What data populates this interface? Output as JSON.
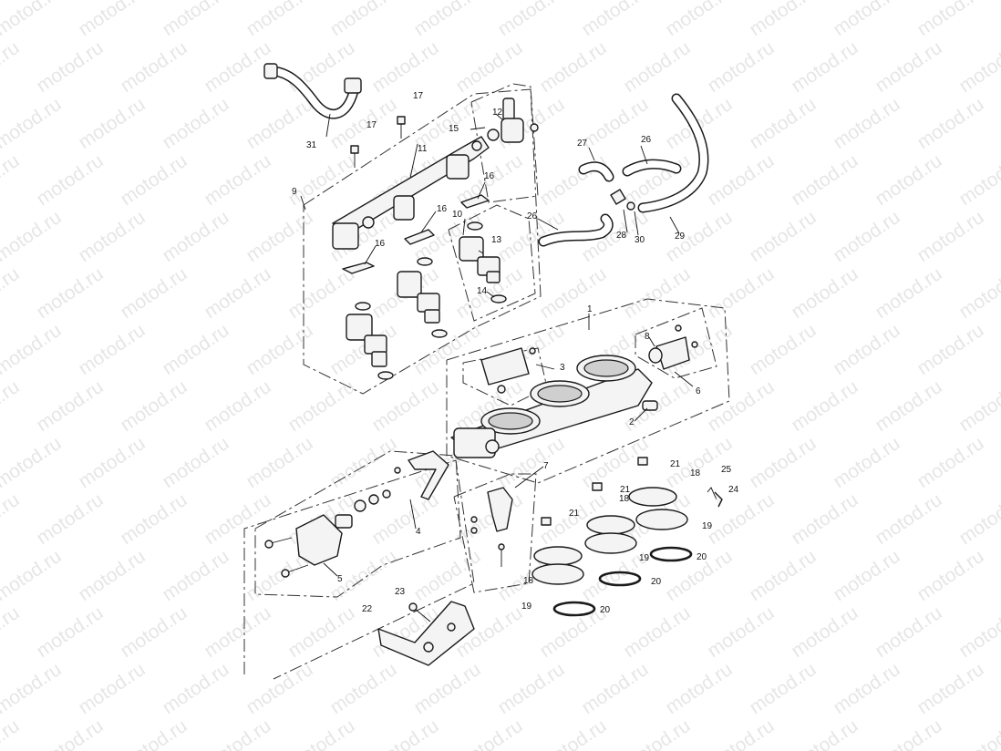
{
  "watermark": {
    "text": "motod.ru"
  },
  "callouts": [
    "1",
    "2",
    "3",
    "4",
    "5",
    "6",
    "7",
    "8",
    "9",
    "10",
    "11",
    "12",
    "13",
    "14",
    "15",
    "16",
    "17",
    "18",
    "19",
    "20",
    "21",
    "22",
    "23",
    "24",
    "25",
    "26",
    "27",
    "28",
    "29",
    "30",
    "31"
  ]
}
